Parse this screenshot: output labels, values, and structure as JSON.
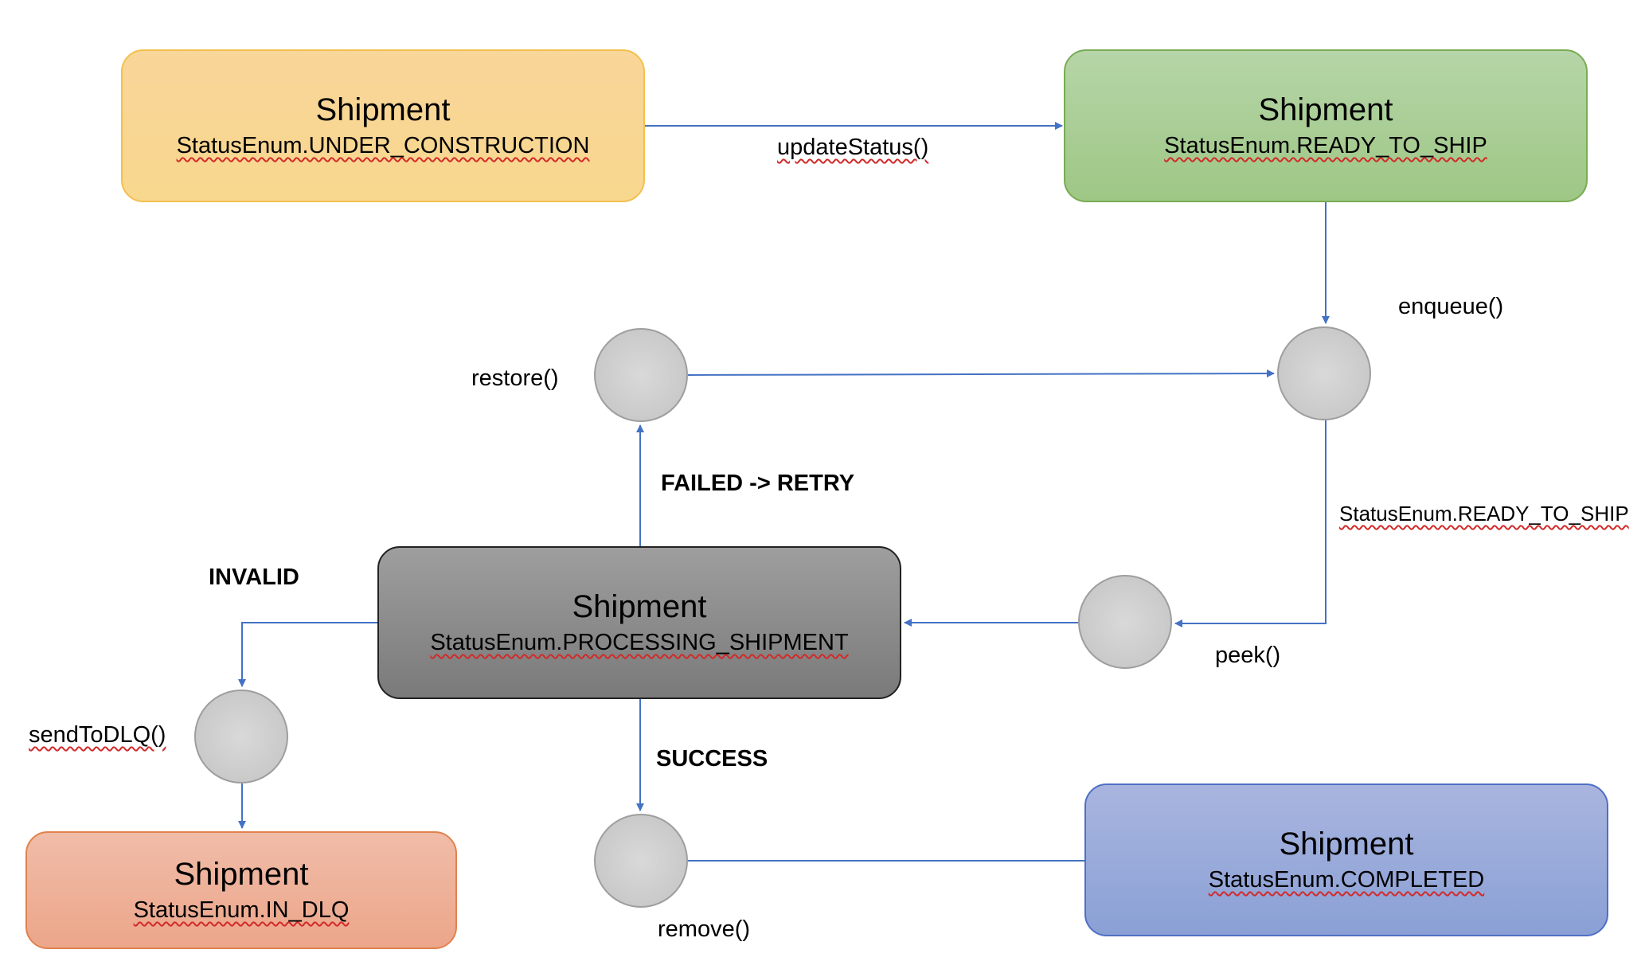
{
  "colors": {
    "connector": "#4472c4",
    "under_construction_fill": "#f8d78e",
    "ready_to_ship_fill": "#a8cd93",
    "processing_fill": "#8a8a8a",
    "in_dlq_fill": "#eeb095",
    "completed_fill": "#9aaad9",
    "circle_fill": "#cccccc"
  },
  "states": {
    "under_construction": {
      "title": "Shipment",
      "status": "StatusEnum.UNDER_CONSTRUCTION"
    },
    "ready_to_ship": {
      "title": "Shipment",
      "status": "StatusEnum.READY_TO_SHIP"
    },
    "processing": {
      "title": "Shipment",
      "status": "StatusEnum.PROCESSING_SHIPMENT"
    },
    "in_dlq": {
      "title": "Shipment",
      "status": "StatusEnum.IN_DLQ"
    },
    "completed": {
      "title": "Shipment",
      "status": "StatusEnum.COMPLETED"
    }
  },
  "operations": {
    "update_status": "updateStatus()",
    "enqueue": "enqueue()",
    "restore": "restore()",
    "peek": "peek()",
    "send_to_dlq": "sendToDLQ()",
    "remove": "remove()"
  },
  "conditions": {
    "failed_retry": "FAILED -> RETRY",
    "invalid": "INVALID",
    "success": "SUCCESS",
    "ready_to_ship": "StatusEnum.READY_TO_SHIP"
  }
}
